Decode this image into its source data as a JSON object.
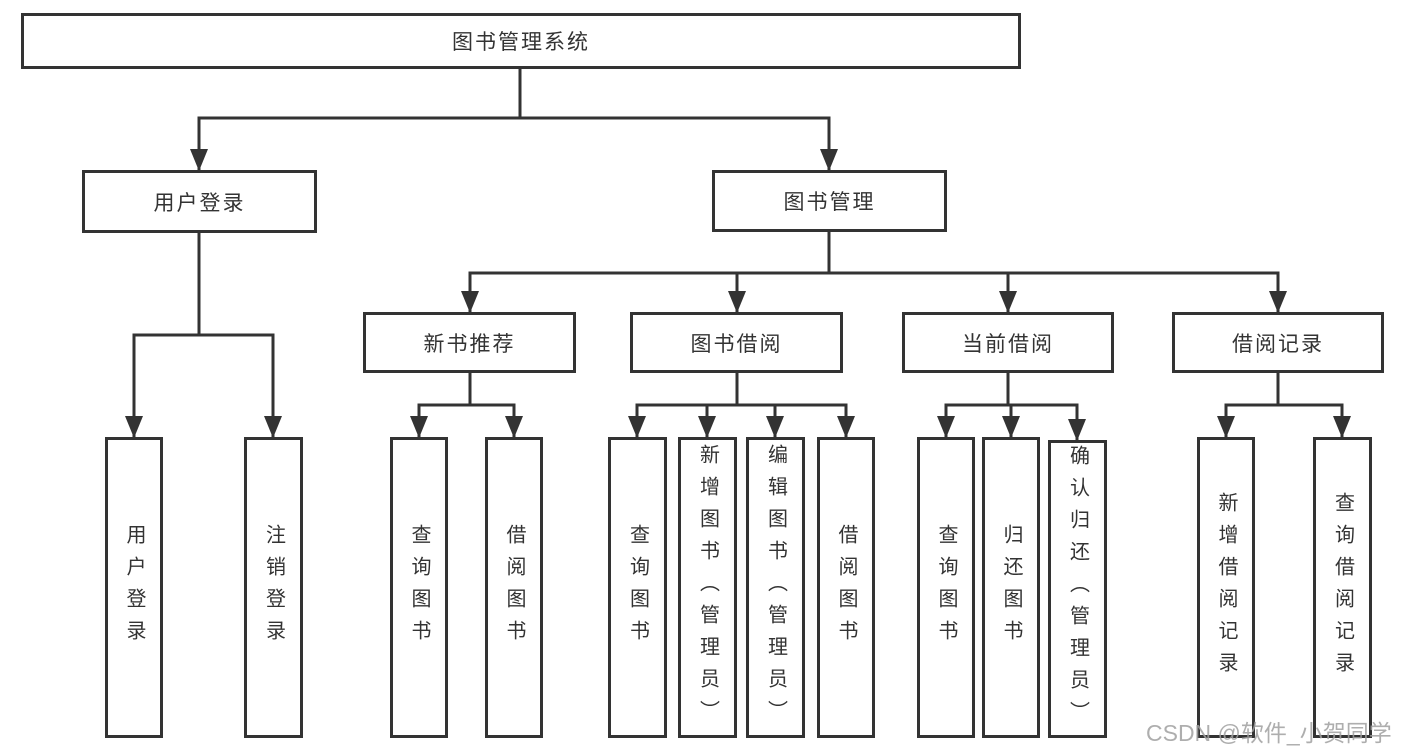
{
  "title": "图书管理系统",
  "branches": {
    "user_login": {
      "label": "用户登录",
      "children": [
        "用户登录",
        "注销登录"
      ]
    },
    "book_management": {
      "label": "图书管理",
      "sections": [
        {
          "label": "新书推荐",
          "children": [
            "查询图书",
            "借阅图书"
          ]
        },
        {
          "label": "图书借阅",
          "children": [
            "查询图书",
            "新增图书（管理员）",
            "编辑图书（管理员）",
            "借阅图书"
          ]
        },
        {
          "label": "当前借阅",
          "children": [
            "查询图书",
            "归还图书",
            "确认归还（管理员）"
          ]
        },
        {
          "label": "借阅记录",
          "children": [
            "新增借阅记录",
            "查询借阅记录"
          ]
        }
      ]
    }
  },
  "watermark": "CSDN @软件_小贺同学",
  "colors": {
    "line": "#333333",
    "text": "#333333",
    "background": "#ffffff",
    "watermark": "#a0a0a0"
  }
}
